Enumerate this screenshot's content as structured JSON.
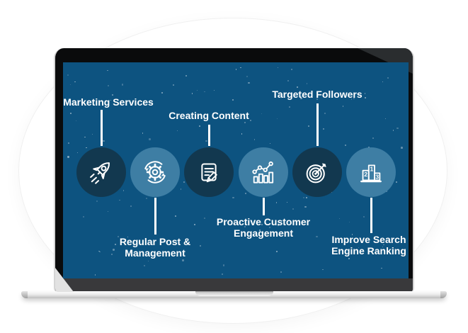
{
  "screen": {
    "items": [
      {
        "label": "Marketing Services",
        "icon": "rocket-icon",
        "tone": "dark",
        "label_position": "top"
      },
      {
        "label": "Regular Post & Management",
        "icon": "gear-sync-icon",
        "tone": "light",
        "label_position": "bottom"
      },
      {
        "label": "Creating Content",
        "icon": "document-edit-icon",
        "tone": "dark",
        "label_position": "top"
      },
      {
        "label": "Proactive Customer Engagement",
        "icon": "growth-chart-icon",
        "tone": "light",
        "label_position": "bottom"
      },
      {
        "label": "Targeted Followers",
        "icon": "target-arrow-icon",
        "tone": "dark",
        "label_position": "top"
      },
      {
        "label": "Improve Search Engine Ranking",
        "icon": "podium-ranking-icon",
        "tone": "light",
        "label_position": "bottom"
      }
    ],
    "podium_numbers": [
      "1",
      "2",
      "3"
    ],
    "colors": {
      "screen_bg": "#0d5380",
      "circle_dark": "#12384f",
      "circle_light": "#3e7ea4",
      "label_text": "#ffffff",
      "connector": "#ffffff",
      "dot": "#ffffff"
    }
  }
}
